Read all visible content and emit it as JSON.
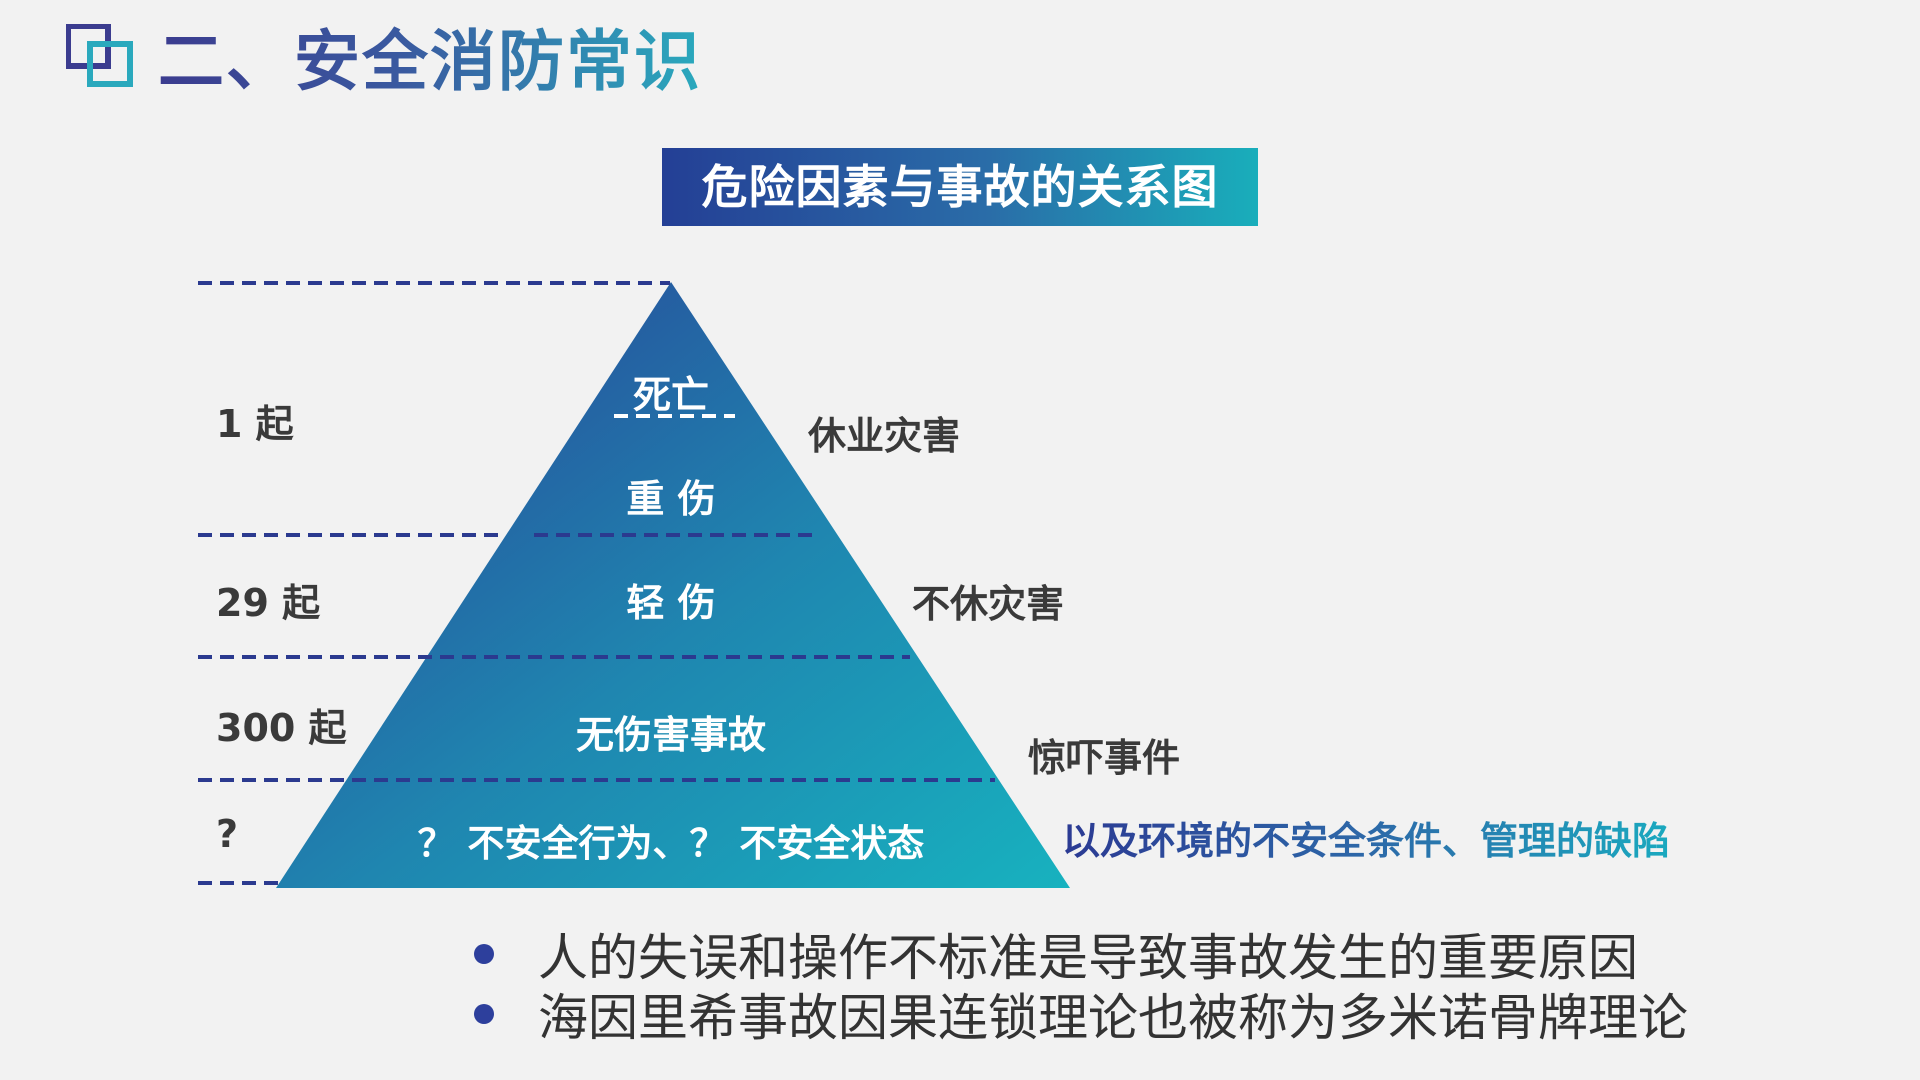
{
  "header": {
    "title": "二、安全消防常识"
  },
  "diagram": {
    "title": "危险因素与事故的关系图",
    "counts": [
      "1 起",
      "29  起",
      "300 起",
      "?"
    ],
    "layers": [
      "死亡",
      "重  伤",
      "轻  伤",
      "无伤害事故",
      "？ 不安全行为、？ 不安全状态"
    ],
    "categories": [
      "休业灾害",
      "不休灾害",
      "惊吓事件"
    ],
    "extra_label": "以及环境的不安全条件、管理的缺陷",
    "colors": {
      "top": "#2a3d95",
      "bottom": "#17b2bf",
      "dash": "#2b3a8f"
    }
  },
  "bullets": [
    "人的失误和操作不标准是导致事故发生的重要原因",
    "海因里希事故因果连锁理论也被称为多米诺骨牌理论"
  ]
}
